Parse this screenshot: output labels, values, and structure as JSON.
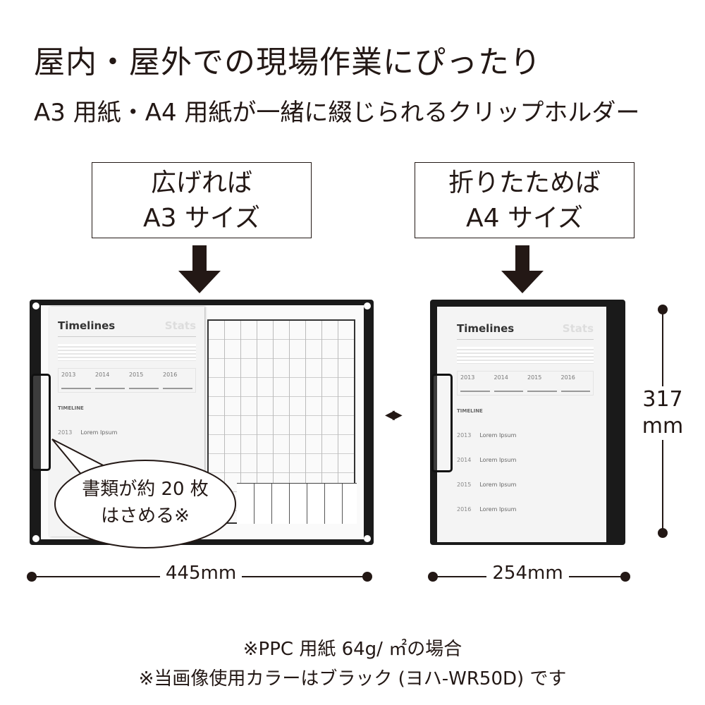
{
  "headline": "屋内・屋外での現場作業にぴったり",
  "subheadline": "A3 用紙・A4 用紙が一緒に綴じられるクリップホルダー",
  "left_box": {
    "line1": "広げれば",
    "line2": "A3 サイズ"
  },
  "right_box": {
    "line1": "折りたためば",
    "line2": "A4 サイズ"
  },
  "doc": {
    "title": "Timelines",
    "tab": "Stats",
    "years": [
      "2013",
      "2014",
      "2015",
      "2016"
    ],
    "section": "TIMELINE",
    "items": [
      {
        "year": "2013",
        "label": "Lorem Ipsum"
      },
      {
        "year": "2014",
        "label": "Lorem Ipsum"
      },
      {
        "year": "2015",
        "label": "Lorem Ipsum"
      },
      {
        "year": "2016",
        "label": "Lorem Ipsum"
      }
    ]
  },
  "bubble": {
    "line1": "書類が約 20 枚",
    "line2": "はさめる※"
  },
  "toggle_icon": "◀▶",
  "dimensions": {
    "a3_width": "445mm",
    "a4_width": "254mm",
    "height_num": "317",
    "height_unit": "mm"
  },
  "footnotes": [
    "※PPC 用紙 64g/ ㎡の場合",
    "※当画像使用カラーはブラック (ヨハ-WR50D) です"
  ],
  "colors": {
    "text": "#231815",
    "board": "#1a1a1a"
  }
}
